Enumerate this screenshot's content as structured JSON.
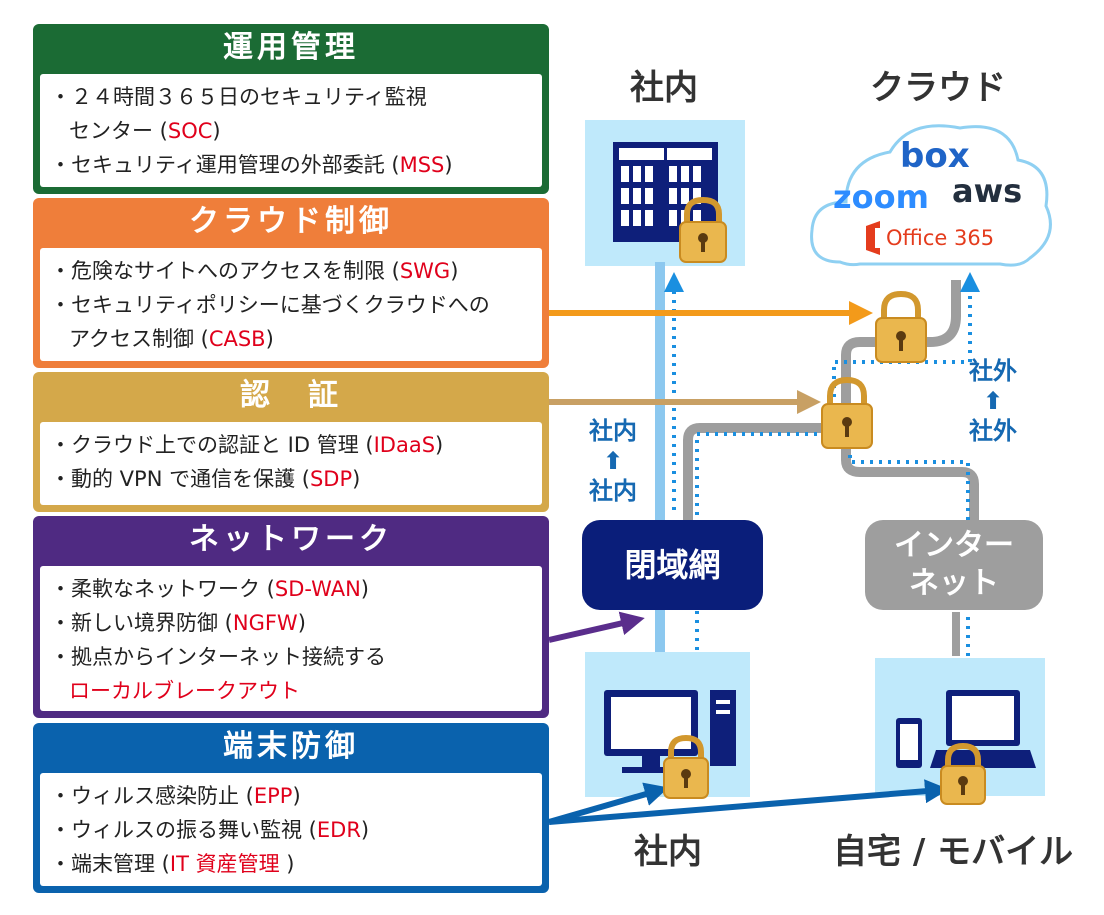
{
  "panels": {
    "ops": {
      "title": "運用管理",
      "lines": [
        {
          "prefix": "・２４時間３６５日のセキュリティ監視",
          "code": ""
        },
        {
          "prefix": "センター (",
          "code": "SOC",
          "suffix": ")"
        },
        {
          "prefix": "・セキュリティ運用管理の外部委託 (",
          "code": "MSS",
          "suffix": ")"
        }
      ]
    },
    "cloud": {
      "title": "クラウド制御",
      "lines": [
        {
          "prefix": "・危険なサイトへのアクセスを制限 (",
          "code": "SWG",
          "suffix": ")"
        },
        {
          "prefix": "・セキュリティポリシーに基づくクラウドへの",
          "code": ""
        },
        {
          "prefix": "アクセス制御 (",
          "code": "CASB",
          "suffix": ")"
        }
      ]
    },
    "auth": {
      "title": "認　証",
      "lines": [
        {
          "prefix": "・クラウド上での認証と ID 管理 (",
          "code": "IDaaS",
          "suffix": ")"
        },
        {
          "prefix": "・動的 VPN で通信を保護 (",
          "code": "SDP",
          "suffix": ")"
        }
      ]
    },
    "network": {
      "title": "ネットワーク",
      "lines": [
        {
          "prefix": "・柔軟なネットワーク (",
          "code": "SD-WAN",
          "suffix": ")"
        },
        {
          "prefix": "・新しい境界防御 (",
          "code": "NGFW",
          "suffix": ")"
        },
        {
          "prefix": "・拠点からインターネット接続する",
          "code": ""
        },
        {
          "prefix": "",
          "code": "ローカルブレークアウト",
          "suffix": ""
        }
      ]
    },
    "endpoint": {
      "title": "端末防御",
      "lines": [
        {
          "prefix": "・ウィルス感染防止 (",
          "code": "EPP",
          "suffix": ")"
        },
        {
          "prefix": "・ウィルスの振る舞い監視 (",
          "code": "EDR",
          "suffix": ")"
        },
        {
          "prefix": "・端末管理 (",
          "code": "IT 資産管理",
          "suffix": " )"
        }
      ]
    }
  },
  "locations": {
    "office_top": "社内",
    "cloud": "クラウド",
    "office_bottom": "社内",
    "home_mobile": "自宅 / モバイル"
  },
  "cloud_services": {
    "box": "box",
    "zoom": "zoom",
    "aws": "aws",
    "office": "Office 365"
  },
  "networks": {
    "closed": "閉域網",
    "internet_line1": "インター",
    "internet_line2": "ネット"
  },
  "flows": {
    "internal": {
      "top": "社内",
      "arrow": "⬆",
      "bottom": "社内"
    },
    "external": {
      "top": "社外",
      "arrow": "⬆",
      "bottom": "社外"
    }
  },
  "colors": {
    "ops": "#1b6b34",
    "cloud": "#ef7e3a",
    "auth": "#d4a84a",
    "network": "#4f2a82",
    "endpoint": "#0a62ad",
    "closed_net": "#0a1e7a",
    "internet": "#9e9e9e",
    "tile": "#bfe9fb",
    "lock": "#e8b24a",
    "red_code": "#e0001b"
  }
}
